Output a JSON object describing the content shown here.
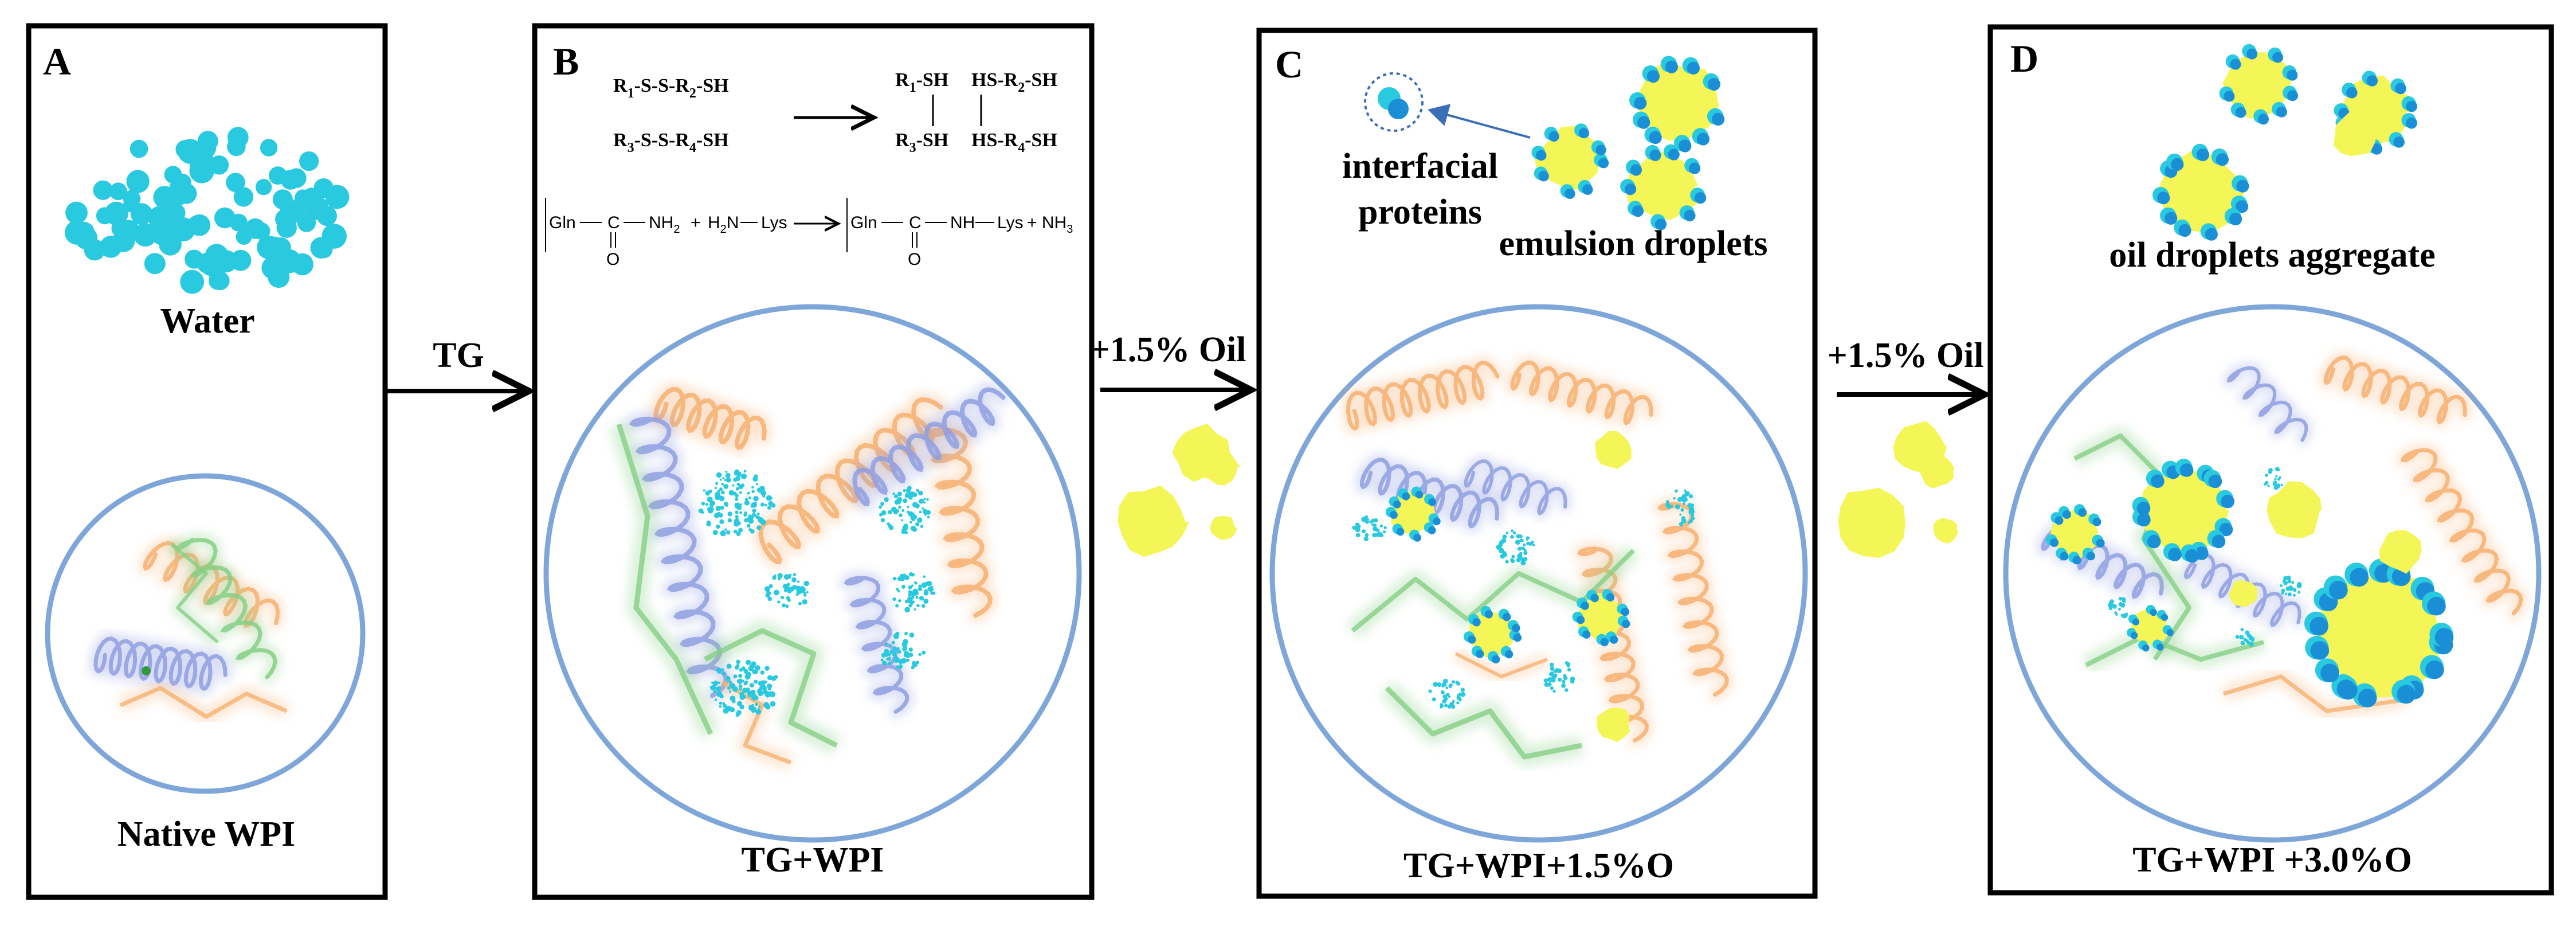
{
  "panels": [
    {
      "letter": "A",
      "top_label": "Water",
      "bottom_label": "Native WPI"
    },
    {
      "letter": "B",
      "bottom_label": "TG+WPI"
    },
    {
      "letter": "C",
      "bottom_label": "TG+WPI+1.5%O",
      "legend_protein": [
        "interfacial",
        "proteins"
      ],
      "legend_droplet": "emulsion droplets"
    },
    {
      "letter": "D",
      "bottom_label": "TG+WPI +3.0%O",
      "top_label": "oil droplets aggregate"
    }
  ],
  "arrows": [
    "TG",
    "+1.5% Oil",
    "+1.5% Oil"
  ],
  "reactions": {
    "disulfide": {
      "r1": [
        "R",
        "1",
        "-S-S-R",
        "2",
        "-SH"
      ],
      "r2": [
        "R",
        "3",
        "-S-S-R",
        "4",
        "-SH"
      ],
      "p1": [
        "R",
        "1",
        "-SH"
      ],
      "p2": [
        "HS-R",
        "2",
        "-SH"
      ],
      "p3": [
        "R",
        "3",
        "-SH"
      ],
      "p4": [
        "HS-R",
        "4",
        "-SH"
      ]
    },
    "crosslink": {
      "gln": "Gln",
      "c": "C",
      "o": "O",
      "nh2": "NH",
      "nh2_sub": "2",
      "plus1": "+",
      "h2n": "H",
      "h2n_sub": "2",
      "h2n_rest": "N",
      "lys": "Lys",
      "nh": "NH",
      "plus2": "+ NH",
      "nh3_sub": "3"
    }
  },
  "colors": {
    "water": "#29c9e0",
    "oil": "#f4f556",
    "protein_cap": "#1b8fd6",
    "circle": "#7ea6d8",
    "orange_helix": "#f6b071",
    "green_helix": "#86cf86",
    "blue_helix": "#8f9fe0"
  }
}
